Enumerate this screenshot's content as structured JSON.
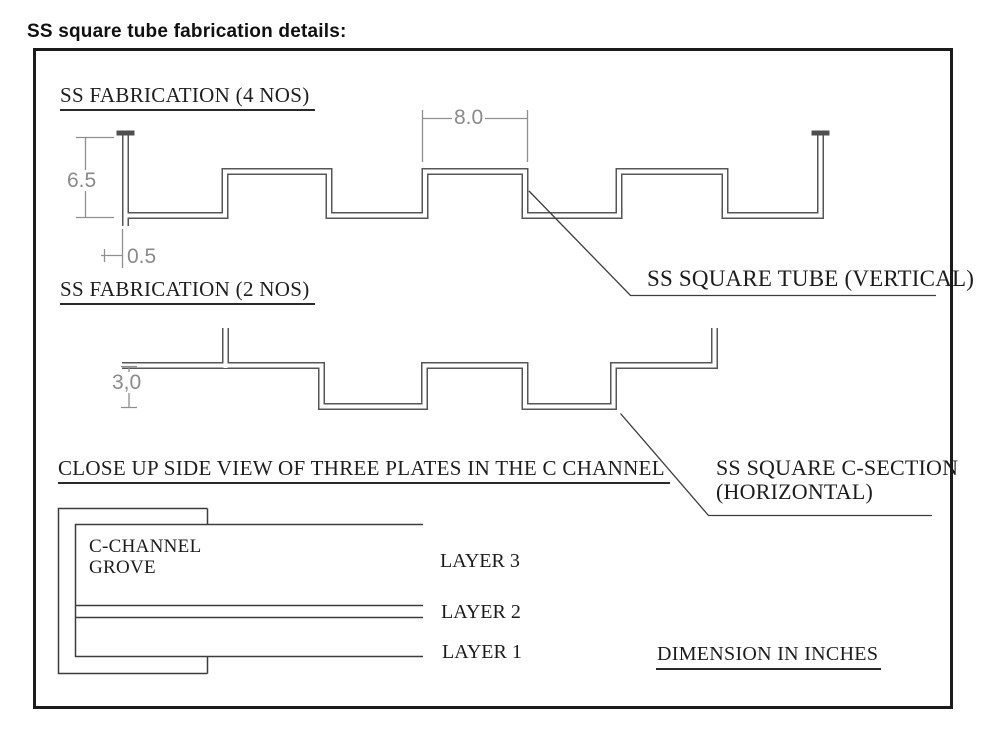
{
  "title": "SS square tube fabrication details:",
  "sections": {
    "fab4": {
      "heading": "SS FABRICATION (4 NOS)",
      "dims": {
        "height": "6.5",
        "width": "8.0",
        "thickness": "0.5"
      },
      "callout": "SS SQUARE TUBE (VERTICAL)"
    },
    "fab2": {
      "heading": "SS FABRICATION (2 NOS)",
      "dims": {
        "height": "3,0"
      },
      "callout_line1": "SS SQUARE C-SECTION",
      "callout_line2": "(HORIZONTAL)"
    },
    "closeup": {
      "heading": "CLOSE UP SIDE VIEW OF THREE PLATES IN THE C CHANNEL",
      "groove_label_line1": "C-CHANNEL",
      "groove_label_line2": "GROVE",
      "layers": [
        "LAYER 3",
        "LAYER 2",
        "LAYER 1"
      ]
    },
    "note": "DIMENSION IN INCHES"
  },
  "colors": {
    "line": "#565656",
    "thin_line": "#3d3d3d",
    "dimension": "#8a8a8a",
    "text": "#1c1c1c",
    "border": "#1b1b1b",
    "background": "#ffffff"
  }
}
